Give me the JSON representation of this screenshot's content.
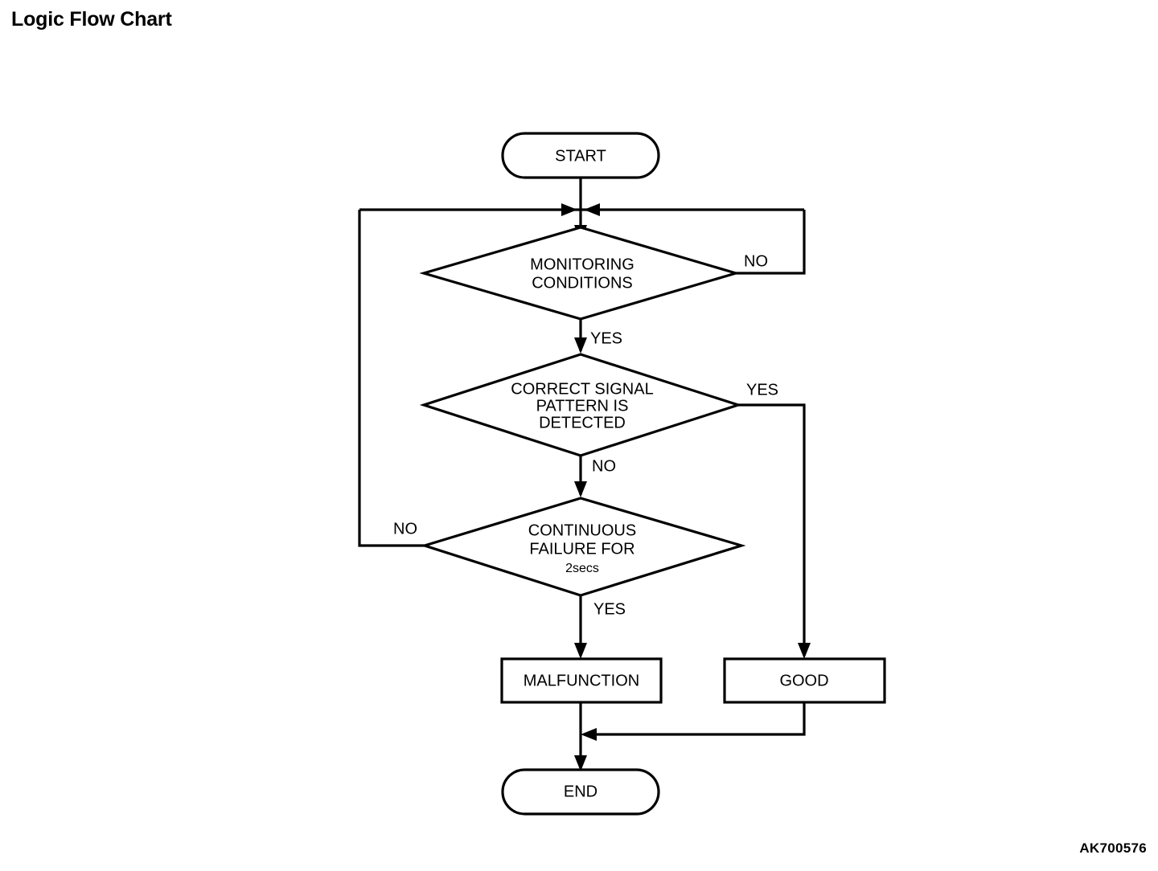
{
  "page": {
    "title": "Logic Flow Chart",
    "figure_code": "AK700576",
    "background_color": "#ffffff",
    "line_color": "#000000"
  },
  "chart_data": {
    "type": "diagram",
    "diagram_kind": "flowchart",
    "title": "Logic Flow Chart",
    "nodes": [
      {
        "id": "start",
        "shape": "stadium",
        "label": "START"
      },
      {
        "id": "monitoring",
        "shape": "diamond",
        "label": "MONITORING CONDITIONS",
        "lines": [
          "MONITORING",
          "CONDITIONS"
        ]
      },
      {
        "id": "pattern",
        "shape": "diamond",
        "label": "CORRECT SIGNAL PATTERN IS DETECTED",
        "lines": [
          "CORRECT SIGNAL",
          "PATTERN IS",
          "DETECTED"
        ]
      },
      {
        "id": "continuous",
        "shape": "diamond",
        "label": "CONTINUOUS FAILURE FOR 2secs",
        "lines": [
          "CONTINUOUS",
          "FAILURE FOR",
          "2secs"
        ]
      },
      {
        "id": "malfunction",
        "shape": "rectangle",
        "label": "MALFUNCTION"
      },
      {
        "id": "good",
        "shape": "rectangle",
        "label": "GOOD"
      },
      {
        "id": "end",
        "shape": "stadium",
        "label": "END"
      }
    ],
    "edges": [
      {
        "from": "start",
        "to": "monitoring",
        "label": ""
      },
      {
        "from": "monitoring",
        "to": "pattern",
        "label": "YES"
      },
      {
        "from": "monitoring",
        "to": "monitoring",
        "label": "NO"
      },
      {
        "from": "pattern",
        "to": "good",
        "label": "YES"
      },
      {
        "from": "pattern",
        "to": "continuous",
        "label": "NO"
      },
      {
        "from": "continuous",
        "to": "monitoring",
        "label": "NO"
      },
      {
        "from": "continuous",
        "to": "malfunction",
        "label": "YES"
      },
      {
        "from": "malfunction",
        "to": "end",
        "label": ""
      },
      {
        "from": "good",
        "to": "end",
        "label": ""
      }
    ]
  },
  "nodes": {
    "start": {
      "label": "START"
    },
    "monitoring": {
      "line1": "MONITORING",
      "line2": "CONDITIONS"
    },
    "pattern": {
      "line1": "CORRECT SIGNAL",
      "line2": "PATTERN IS",
      "line3": "DETECTED"
    },
    "continuous": {
      "line1": "CONTINUOUS",
      "line2": "FAILURE FOR",
      "line3": "2secs"
    },
    "malfunction": {
      "label": "MALFUNCTION"
    },
    "good": {
      "label": "GOOD"
    },
    "end": {
      "label": "END"
    }
  },
  "branch_labels": {
    "monitoring_no": "NO",
    "monitoring_yes": "YES",
    "pattern_yes": "YES",
    "pattern_no": "NO",
    "continuous_no": "NO",
    "continuous_yes": "YES"
  }
}
